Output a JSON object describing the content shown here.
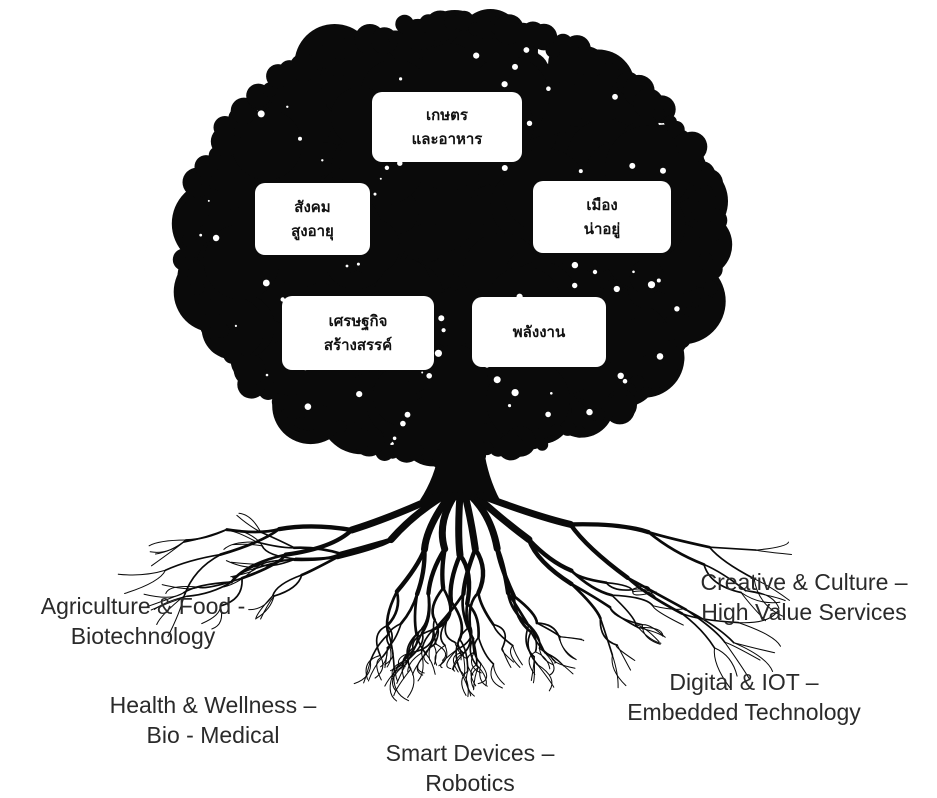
{
  "colors": {
    "tree": "#0a0a0a",
    "box_fill": "#ffffff",
    "label_text": "#2a2a2a"
  },
  "crown": {
    "boxes": [
      {
        "id": "agriculture",
        "lines": [
          "เกษตร",
          "และอาหาร"
        ]
      },
      {
        "id": "aging-society",
        "lines": [
          "สังคม",
          "สูงอายุ"
        ]
      },
      {
        "id": "livable-city",
        "lines": [
          "เมือง",
          "น่าอยู่"
        ]
      },
      {
        "id": "creative-economy",
        "lines": [
          "เศรษฐกิจ",
          "สร้างสรรค์"
        ]
      },
      {
        "id": "energy",
        "lines": [
          "พลังงาน"
        ]
      }
    ]
  },
  "roots": {
    "labels": [
      {
        "id": "agriculture-food",
        "lines": [
          "Agriculture & Food -",
          "Biotechnology"
        ]
      },
      {
        "id": "creative-culture",
        "lines": [
          "Creative & Culture –",
          "High Value Services"
        ]
      },
      {
        "id": "health-wellness",
        "lines": [
          "Health & Wellness –",
          "Bio - Medical"
        ]
      },
      {
        "id": "digital-iot",
        "lines": [
          "Digital & IOT –",
          "Embedded Technology"
        ]
      },
      {
        "id": "smart-devices",
        "lines": [
          "Smart Devices –",
          "Robotics"
        ]
      }
    ]
  }
}
